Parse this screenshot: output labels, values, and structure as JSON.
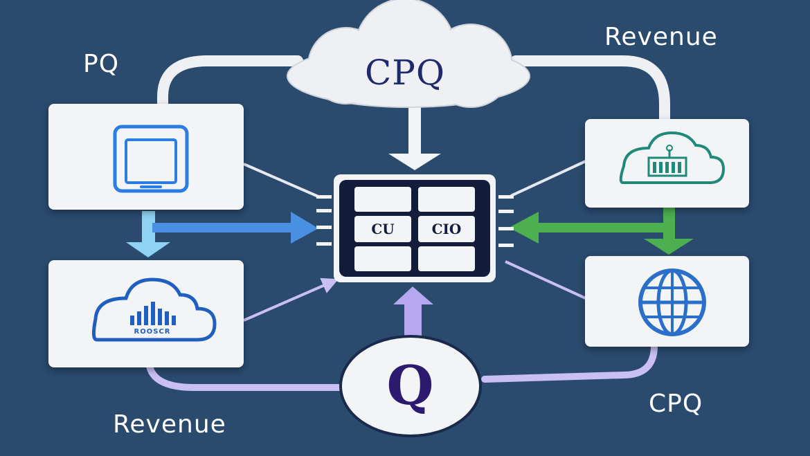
{
  "labels": {
    "top_left": "PQ",
    "top_right": "Revenue",
    "bottom_left": "Revenue",
    "bottom_right": "CPQ"
  },
  "cloud": {
    "title": "CPQ"
  },
  "chip": {
    "cells": [
      "",
      "",
      "CU",
      "CIO",
      "",
      ""
    ]
  },
  "cards": {
    "top_left": {
      "icon": "tablet-icon"
    },
    "bottom_left": {
      "icon": "cloud-bar-chart-icon",
      "caption": "ROOSCR"
    },
    "top_right": {
      "icon": "cloud-database-icon"
    },
    "bottom_right": {
      "icon": "globe-icon"
    }
  },
  "center_circle": {
    "letter": "Q"
  },
  "colors": {
    "background": "#2a4a6e",
    "blue_arrow": "#4a90e2",
    "green_arrow": "#4caf50",
    "lavender_arrow": "#b6a8f0",
    "light_blue_arrow": "#8fd3f4",
    "card": "#f3f4f6"
  }
}
